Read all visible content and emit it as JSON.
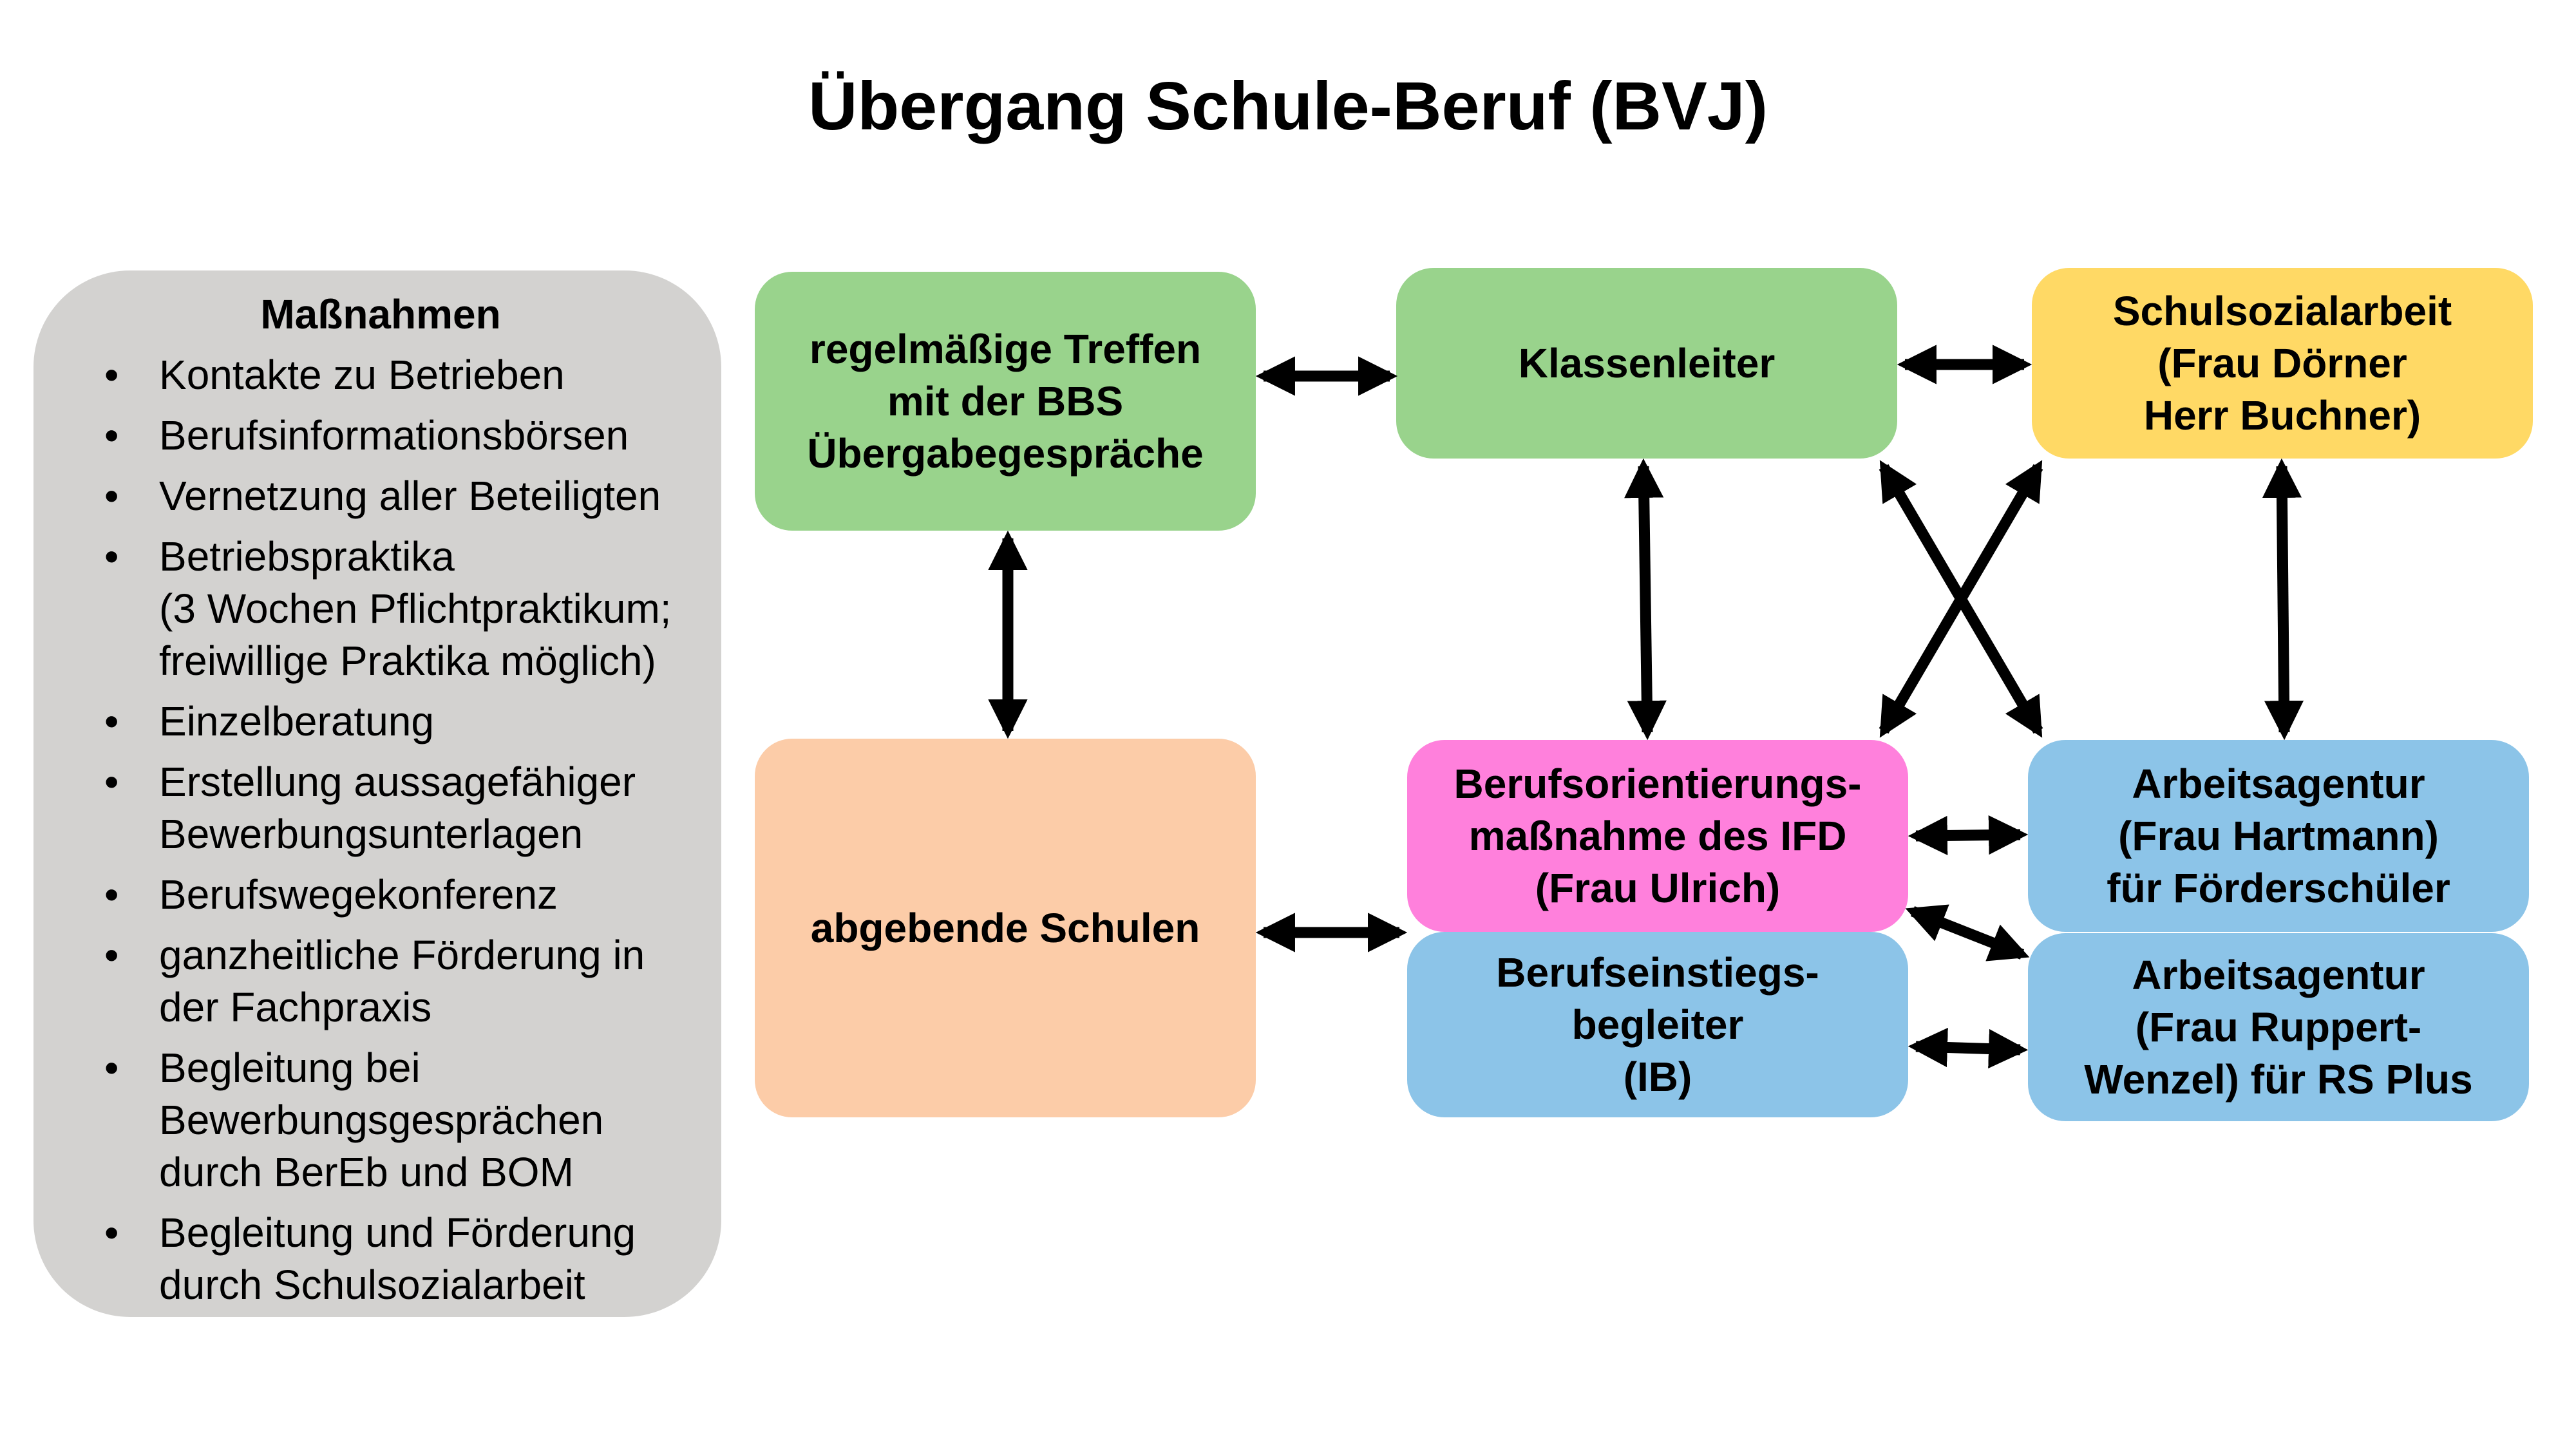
{
  "title": "Übergang Schule-Beruf (BVJ)",
  "colors": {
    "panel": "#d3d2d0",
    "green": "#99d38c",
    "peach": "#fccca8",
    "yellow": "#ffd965",
    "pink": "#ff80dc",
    "blue": "#8cc4e8",
    "arrow": "#000000"
  },
  "measures": {
    "heading": "Maßnahmen",
    "bullet": "•",
    "items": [
      "Kontakte zu Betrieben",
      "Berufsinformationsbörsen",
      "Vernetzung aller Beteiligten",
      "Betriebspraktika\n(3 Wochen Pflichtpraktikum;\nfreiwillige Praktika möglich)",
      "Einzelberatung",
      "Erstellung aussagefähiger\nBewerbungsunterlagen",
      "Berufswegekonferenz",
      "ganzheitliche Förderung in\nder Fachpraxis",
      "Begleitung bei\nBewerbungsgesprächen\ndurch BerEb und BOM",
      "Begleitung und Förderung\ndurch Schulsozialarbeit"
    ]
  },
  "nodes": {
    "bbs_meetings": "regelmäßige Treffen\nmit der BBS\nÜbergabegespräche",
    "class_teacher": "Klassenleiter",
    "social_work": "Schulsozialarbeit\n(Frau Dörner\nHerr Buchner)",
    "sending_schools": "abgebende Schulen",
    "ifd": "Berufsorientierungs-\nmaßnahme des IFD\n(Frau Ulrich)",
    "agency_hartmann": "Arbeitsagentur\n(Frau Hartmann)\nfür Förderschüler",
    "entry_companion": "Berufseinstiegs-\nbegleiter\n(IB)",
    "agency_ruppert": "Arbeitsagentur\n(Frau Ruppert-\nWenzel) für RS Plus"
  },
  "connections": [
    {
      "from": "bbs_meetings",
      "to": "class_teacher"
    },
    {
      "from": "class_teacher",
      "to": "social_work"
    },
    {
      "from": "bbs_meetings",
      "to": "sending_schools"
    },
    {
      "from": "class_teacher",
      "to": "ifd"
    },
    {
      "from": "class_teacher",
      "to": "agency_hartmann"
    },
    {
      "from": "social_work",
      "to": "ifd"
    },
    {
      "from": "social_work",
      "to": "agency_hartmann"
    },
    {
      "from": "sending_schools",
      "to": "ifd"
    },
    {
      "from": "ifd",
      "to": "agency_hartmann"
    },
    {
      "from": "ifd",
      "to": "agency_ruppert"
    },
    {
      "from": "entry_companion",
      "to": "agency_ruppert"
    }
  ]
}
